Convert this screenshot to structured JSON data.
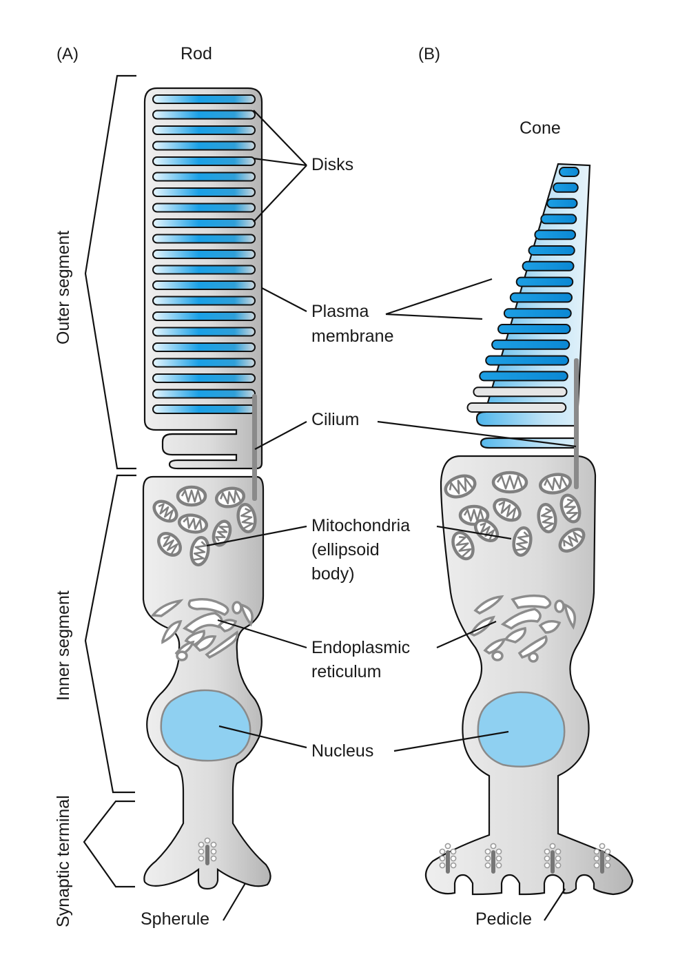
{
  "panels": {
    "a": {
      "letter": "(A)",
      "title": "Rod"
    },
    "b": {
      "letter": "(B)",
      "title": "Cone"
    }
  },
  "brackets": {
    "outer": "Outer segment",
    "inner": "Inner segment",
    "synaptic": "Synaptic terminal"
  },
  "labels": {
    "disks": "Disks",
    "plasma_membrane_line1": "Plasma",
    "plasma_membrane_line2": "membrane",
    "cilium": "Cilium",
    "mitochondria_line1": "Mitochondria",
    "mitochondria_line2": "(ellipsoid",
    "mitochondria_line3": "body)",
    "er_line1": "Endoplasmic",
    "er_line2": "reticulum",
    "nucleus": "Nucleus",
    "spherule": "Spherule",
    "pedicle": "Pedicle"
  },
  "colors": {
    "disk_blue": "#1aa0e6",
    "nucleus_blue": "#8fd0f1",
    "cytoplasm_gray": "#d6d6d6",
    "organelle_gray": "#808080"
  }
}
